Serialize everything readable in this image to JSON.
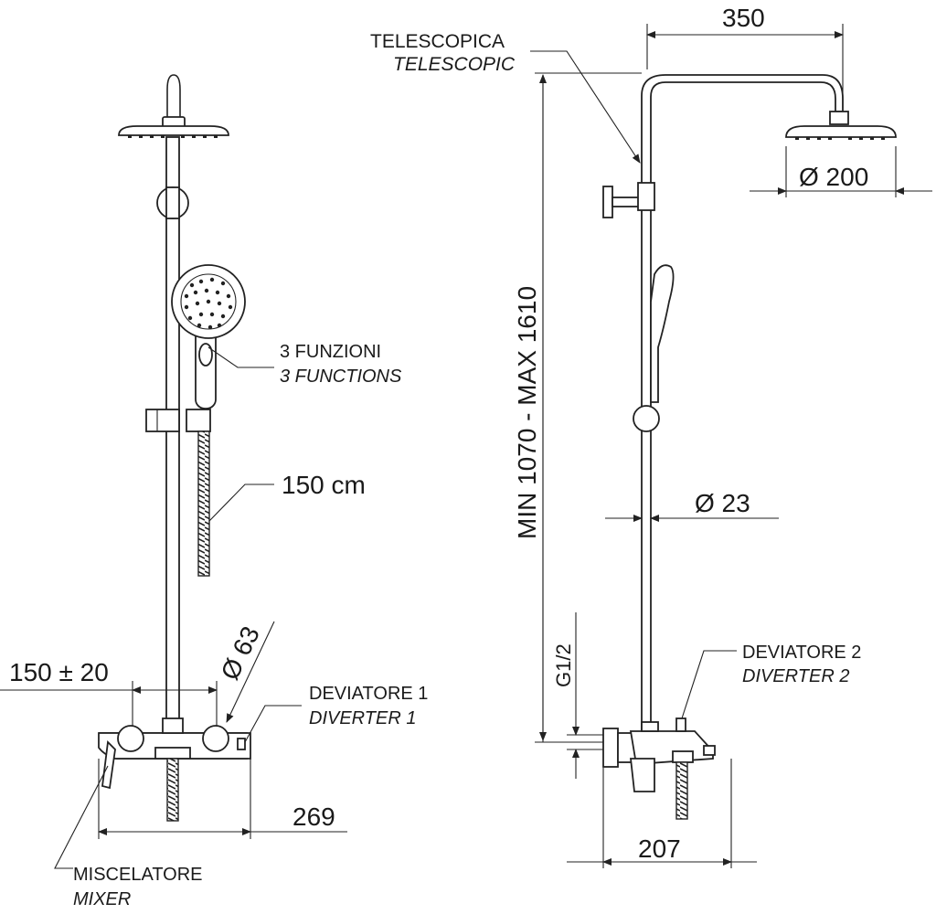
{
  "colors": {
    "line": "#222222",
    "background": "#ffffff"
  },
  "labels": {
    "telescopic_it": "TELESCOPICA",
    "telescopic_en": "TELESCOPIC",
    "functions_it": "3 FUNZIONI",
    "functions_en": "3 FUNCTIONS",
    "hose": "150 cm",
    "diverter1_it": "DEVIATORE 1",
    "diverter1_en": "DIVERTER 1",
    "diverter2_it": "DEVIATORE 2",
    "diverter2_en": "DIVERTER 2",
    "mixer_it": "MISCELATORE",
    "mixer_en": "MIXER"
  },
  "dimensions": {
    "arm_length": "350",
    "head_diameter": "Ø 200",
    "pipe_diameter": "Ø 23",
    "height_range": "MIN 1070 - MAX 1610",
    "thread": "G1/2",
    "handle_diameter": "Ø 63",
    "center_distance": "150 ± 20",
    "mixer_width": "269",
    "projection": "207"
  }
}
